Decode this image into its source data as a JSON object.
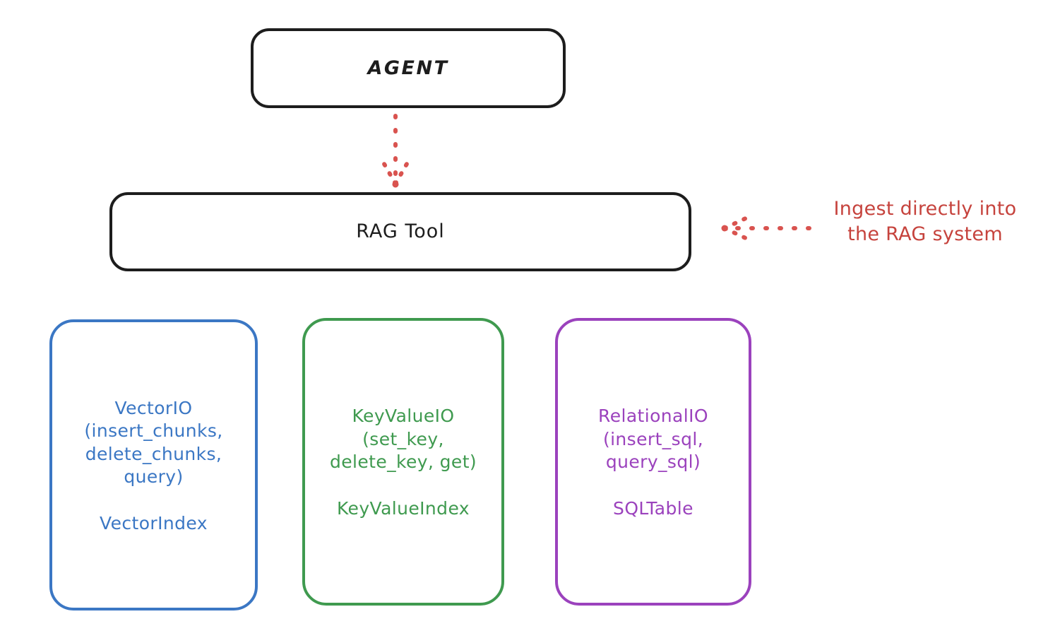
{
  "diagram": {
    "title_node": {
      "label": "AGENT"
    },
    "tool_node": {
      "label": "RAG Tool"
    },
    "leaf_nodes": [
      {
        "id": "vectorio",
        "label": "VectorIO\n(insert_chunks,\ndelete_chunks,\nquery)",
        "sublabel": "VectorIndex",
        "color": "#3b77c4"
      },
      {
        "id": "keyvalueio",
        "label": "KeyValueIO\n(set_key,\ndelete_key, get)",
        "sublabel": "KeyValueIndex",
        "color": "#3f9a4f"
      },
      {
        "id": "relationalio",
        "label": "RelationalIO\n(insert_sql,\nquery_sql)",
        "sublabel": "SQLTable",
        "color": "#9b42bd"
      }
    ],
    "annotations": [
      {
        "id": "ingest",
        "text": "Ingest directly into\nthe RAG system",
        "color": "#c6433d"
      }
    ],
    "connectors": [
      {
        "id": "agent-to-rag",
        "from": "AGENT",
        "to": "RAG Tool",
        "style": "dotted",
        "color": "#d9534f",
        "direction": "down"
      },
      {
        "id": "ingest-to-rag",
        "from": "Ingest directly into the RAG system",
        "to": "RAG Tool",
        "style": "dotted",
        "color": "#d9534f",
        "direction": "left"
      }
    ],
    "colors": {
      "stroke": "#1d1d1d",
      "background": "#ffffff",
      "accent_red": "#c6433d"
    }
  }
}
